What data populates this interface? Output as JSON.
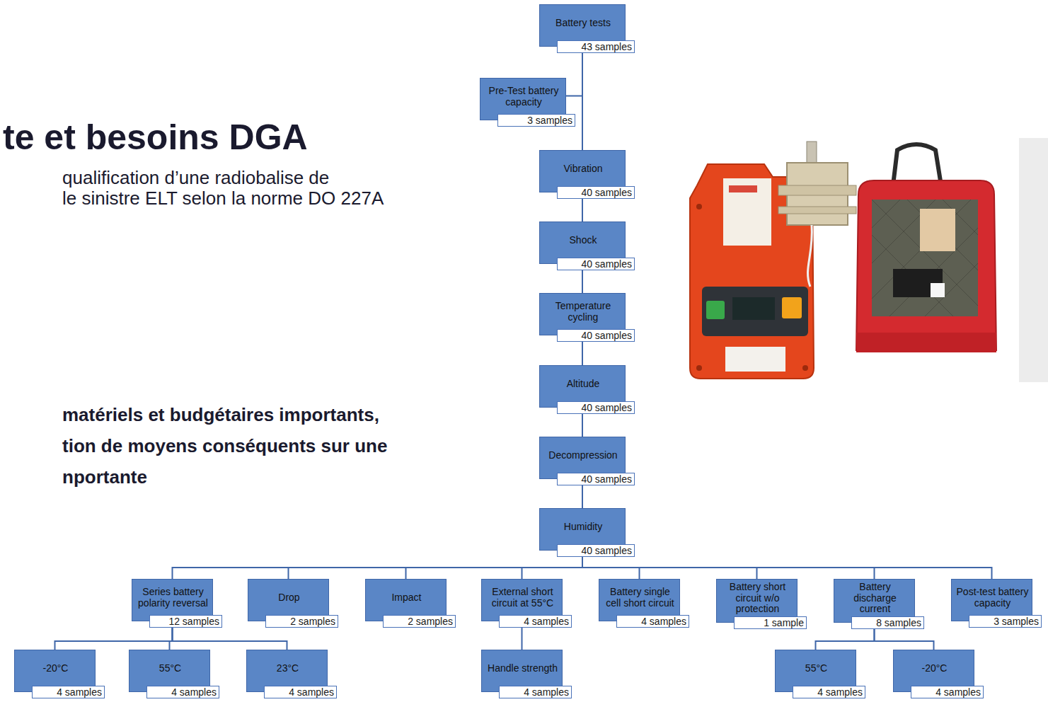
{
  "diagram": {
    "title": "te et besoins DGA",
    "nodes": [
      {
        "text": [
          "Battery tests",
          "43 samples"
        ]
      },
      {
        "text": [
          "Pre-Test battery capacity",
          "3 samples"
        ]
      },
      {
        "text": [
          "Vibration",
          "40 samples"
        ]
      },
      {
        "text": [
          "Shock",
          "40 samples"
        ]
      },
      {
        "text": [
          "Temperature cycling",
          "40 samples"
        ]
      },
      {
        "text": [
          "Altitude",
          "40 samples"
        ]
      },
      {
        "text": [
          "Decompression",
          "40 samples"
        ]
      },
      {
        "text": [
          "Humidity",
          "40 samples"
        ]
      },
      {
        "text": [
          "Series battery polarity reversal",
          "12 samples"
        ]
      },
      {
        "text": [
          "Drop",
          "2 samples"
        ]
      },
      {
        "text": [
          "Impact",
          "2 samples"
        ]
      },
      {
        "text": [
          "External short circuit at 55°C",
          "4 samples"
        ]
      },
      {
        "text": [
          "Battery single cell short circuit",
          "4 samples"
        ]
      },
      {
        "text": [
          "Battery short circuit w/o protection",
          "1 sample"
        ]
      },
      {
        "text": [
          "Battery discharge current",
          "8 samples"
        ]
      },
      {
        "text": [
          "Post-test battery capacity",
          "3 samples"
        ]
      },
      {
        "text": [
          "-20°C",
          "4 samples"
        ]
      },
      {
        "text": [
          "55°C",
          "4 samples"
        ]
      },
      {
        "text": [
          "23°C",
          "4 samples"
        ]
      },
      {
        "text": [
          "Handle strength",
          "4 samples"
        ]
      },
      {
        "text": [
          "55°C",
          "4 samples"
        ]
      },
      {
        "text": [
          "-20°C",
          "4 samples"
        ]
      }
    ],
    "edges": [
      {
        "from": 0,
        "to": 1,
        "arrow": "none"
      },
      {
        "from": 0,
        "to": 2,
        "arrow": "none"
      },
      {
        "from": 2,
        "to": 3,
        "arrow": "none"
      },
      {
        "from": 3,
        "to": 4,
        "arrow": "none"
      },
      {
        "from": 4,
        "to": 5,
        "arrow": "none"
      },
      {
        "from": 5,
        "to": 6,
        "arrow": "none"
      },
      {
        "from": 6,
        "to": 7,
        "arrow": "none"
      },
      {
        "from": 7,
        "to": 8,
        "arrow": "none"
      },
      {
        "from": 7,
        "to": 9,
        "arrow": "none"
      },
      {
        "from": 7,
        "to": 10,
        "arrow": "none"
      },
      {
        "from": 7,
        "to": 11,
        "arrow": "none"
      },
      {
        "from": 7,
        "to": 12,
        "arrow": "none"
      },
      {
        "from": 7,
        "to": 13,
        "arrow": "none"
      },
      {
        "from": 7,
        "to": 14,
        "arrow": "none"
      },
      {
        "from": 7,
        "to": 15,
        "arrow": "none"
      },
      {
        "from": 8,
        "to": 16,
        "arrow": "none"
      },
      {
        "from": 8,
        "to": 17,
        "arrow": "none"
      },
      {
        "from": 8,
        "to": 18,
        "arrow": "none"
      },
      {
        "from": 11,
        "to": 19,
        "arrow": "none"
      },
      {
        "from": 14,
        "to": 20,
        "arrow": "none"
      },
      {
        "from": 14,
        "to": 21,
        "arrow": "none"
      }
    ],
    "labels": [
      "qualification d’une radiobalise de",
      "le sinistre ELT selon la norme DO 227A",
      "matériels et budgétaires importants,",
      "tion de moyens conséquents sur une",
      "nportante"
    ]
  }
}
